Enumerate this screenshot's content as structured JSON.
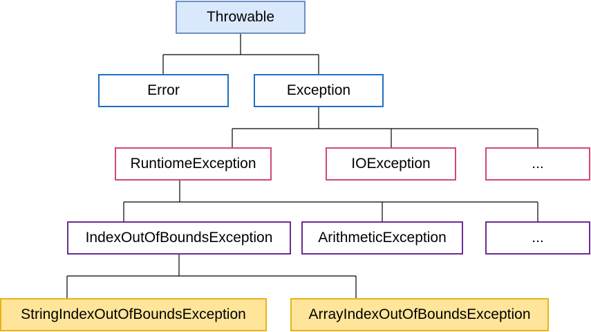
{
  "diagram": {
    "nodes": {
      "throwable": "Throwable",
      "error": "Error",
      "exception": "Exception",
      "runtime_exception": "RuntiomeException",
      "io_exception": "IOException",
      "exception_more": "...",
      "index_out_of_bounds": "IndexOutOfBoundsException",
      "arithmetic_exception": "ArithmeticException",
      "runtime_more": "...",
      "string_index_out_of_bounds": "StringIndexOutOfBoundsException",
      "array_index_out_of_bounds": "ArrayIndexOutOfBoundsException"
    },
    "edges": [
      [
        "throwable",
        "error"
      ],
      [
        "throwable",
        "exception"
      ],
      [
        "exception",
        "runtime_exception"
      ],
      [
        "exception",
        "io_exception"
      ],
      [
        "exception",
        "exception_more"
      ],
      [
        "runtime_exception",
        "index_out_of_bounds"
      ],
      [
        "runtime_exception",
        "arithmetic_exception"
      ],
      [
        "runtime_exception",
        "runtime_more"
      ],
      [
        "index_out_of_bounds",
        "string_index_out_of_bounds"
      ],
      [
        "index_out_of_bounds",
        "array_index_out_of_bounds"
      ]
    ],
    "colors": {
      "root_fill": "#dae8fc",
      "root_border": "#6c8ebf",
      "level1_border": "#1f6fc2",
      "level2_border": "#d0477c",
      "level3_border": "#6a2c91",
      "level4_fill": "#ffe599",
      "level4_border": "#e7b416",
      "connector": "#000000"
    }
  }
}
